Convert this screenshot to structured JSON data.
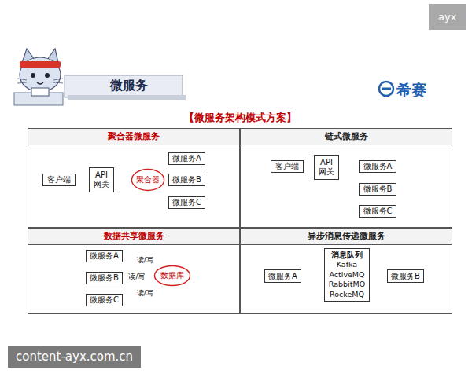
{
  "diagram": {
    "title": "【微服务架构模式方案】",
    "nodes": [
      {
        "text": [
          "聚合器微服务"
        ]
      },
      {
        "text": [
          "客户端"
        ],
        "in": 0
      },
      {
        "text": [
          "API 网关"
        ],
        "in": 0
      },
      {
        "text": [
          "聚合器"
        ],
        "in": 0
      },
      {
        "text": [
          "微服务A"
        ],
        "in": 0
      },
      {
        "text": [
          "微服务B"
        ],
        "in": 0
      },
      {
        "text": [
          "微服务C"
        ],
        "in": 0
      },
      {
        "text": [
          "链式微服务"
        ]
      },
      {
        "text": [
          "客户端"
        ],
        "in": 7
      },
      {
        "text": [
          "API 网关"
        ],
        "in": 7
      },
      {
        "text": [
          "微服务A"
        ],
        "in": 7
      },
      {
        "text": [
          "微服务B"
        ],
        "in": 7
      },
      {
        "text": [
          "微服务C"
        ],
        "in": 7
      },
      {
        "text": [
          "数据共享微服务"
        ]
      },
      {
        "text": [
          "微服务A"
        ],
        "in": 13
      },
      {
        "text": [
          "微服务B"
        ],
        "in": 13
      },
      {
        "text": [
          "微服务C"
        ],
        "in": 13
      },
      {
        "text": [
          "数据库"
        ],
        "in": 13
      },
      {
        "text": [
          "异步消息传递微服务"
        ]
      },
      {
        "text": [
          "微服务A"
        ],
        "in": 18
      },
      {
        "text": [
          "消息队列",
          "Kafka",
          "ActiveMQ",
          "RabbitMQ",
          "RockeMQ"
        ],
        "in": 18
      },
      {
        "text": [
          "微服务B"
        ],
        "in": 18
      }
    ],
    "edges": [
      {
        "from": 1,
        "to": 2,
        "arrow": "both"
      },
      {
        "from": 2,
        "to": 3,
        "arrow": "both"
      },
      {
        "from": 3,
        "to": 4,
        "arrow": "to"
      },
      {
        "from": 3,
        "to": 5,
        "arrow": "to"
      },
      {
        "from": 3,
        "to": 6,
        "arrow": "to"
      },
      {
        "from": 8,
        "to": 9,
        "arrow": "to"
      },
      {
        "from": 9,
        "to": 10,
        "arrow": "to"
      },
      {
        "from": 10,
        "to": 11,
        "arrow": "both"
      },
      {
        "from": 11,
        "to": 12,
        "arrow": "both"
      },
      {
        "from": 14,
        "to": 17,
        "label": "读/写",
        "arrow": "to"
      },
      {
        "from": 15,
        "to": 17,
        "label": "读/写",
        "arrow": "to"
      },
      {
        "from": 16,
        "to": 17,
        "label": "读/写",
        "arrow": "to"
      },
      {
        "from": 19,
        "to": 20,
        "arrow": "to"
      },
      {
        "from": 20,
        "to": 21,
        "arrow": "to"
      }
    ],
    "labels": [
      "微服务",
      "希赛",
      "ayx",
      "content-ayx.com.cn"
    ]
  }
}
